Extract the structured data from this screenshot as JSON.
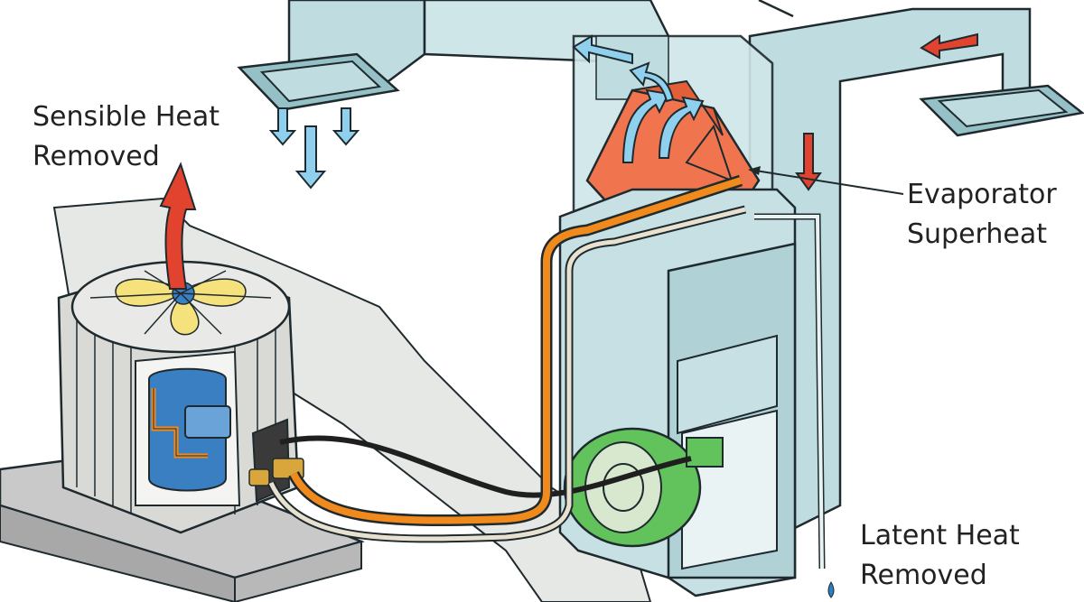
{
  "labels": {
    "sensible_heat": {
      "line1": "Sensible Heat",
      "line2": "Removed"
    },
    "evaporator_superheat": {
      "line1": "Evaporator",
      "line2": "Superheat"
    },
    "latent_heat": {
      "line1": "Latent Heat",
      "line2": "Removed"
    }
  },
  "colors": {
    "duct": "#bfdde0",
    "duct_shade": "#95c1c6",
    "outline": "#1f2a2e",
    "cold_air_arrow": "#8fd0ef",
    "hot_air_arrow": "#e2432f",
    "evaporator_coil": "#f0754e",
    "suction_line": "#f08a1c",
    "liquid_line": "#e9e1cf",
    "blower_motor": "#62c25c",
    "compressor": "#3a7fc2",
    "fan_blade": "#f5e27c",
    "condenser_casing": "#d9dad6",
    "wall": "#e6e8e6",
    "pad": "#c9c9c9"
  }
}
